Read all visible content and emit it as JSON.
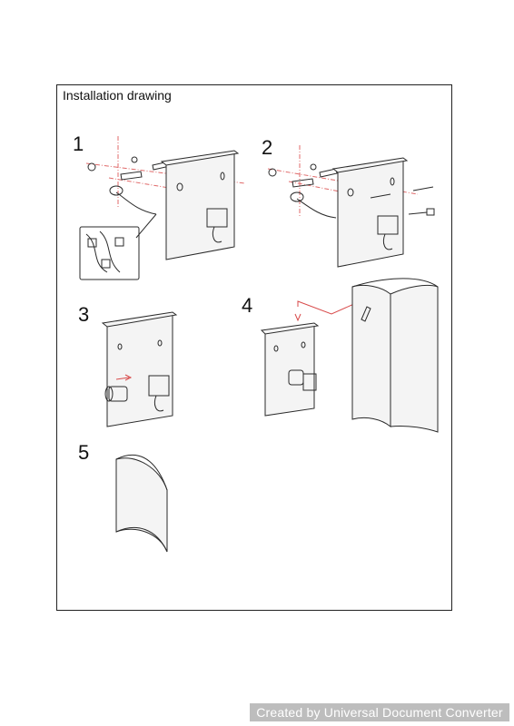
{
  "title": "Installation drawing",
  "steps": [
    "1",
    "2",
    "3",
    "4",
    "5"
  ],
  "watermark": "Created by Universal Document Converter",
  "colors": {
    "guide_lines": "#e06a6a",
    "outline": "#2a2a2a",
    "watermark_bg": "#bdbdbd"
  }
}
